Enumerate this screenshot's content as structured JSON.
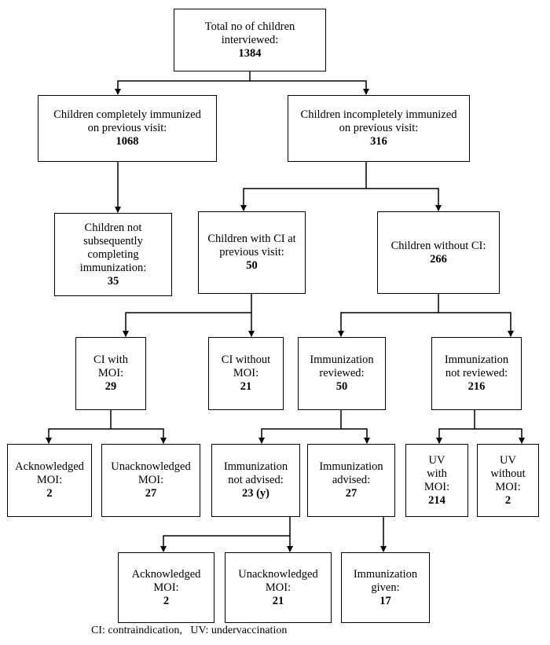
{
  "nodes": {
    "total": {
      "label": "Total no of children\ninterviewed:",
      "value": "1384"
    },
    "complete": {
      "label": "Children completely immunized\non previous visit:",
      "value": "1068"
    },
    "incomplete": {
      "label": "Children incompletely immunized\non previous visit:",
      "value": "316"
    },
    "not_completing": {
      "label": "Children not\nsubsequently\ncompleting\nimmunization:",
      "value": "35"
    },
    "with_ci": {
      "label": "Children with CI at\nprevious visit:",
      "value": "50"
    },
    "without_ci": {
      "label": "Children without CI:",
      "value": "266"
    },
    "ci_with_moi": {
      "label": "CI with\nMOI:",
      "value": "29"
    },
    "ci_without_moi": {
      "label": "CI without\nMOI:",
      "value": "21"
    },
    "imm_reviewed": {
      "label": "Immunization\nreviewed:",
      "value": "50"
    },
    "imm_not_reviewed": {
      "label": "Immunization\nnot reviewed:",
      "value": "216"
    },
    "ack_moi_1": {
      "label": "Acknowledged\nMOI:",
      "value": "2"
    },
    "unack_moi_1": {
      "label": "Unacknowledged\nMOI:",
      "value": "27"
    },
    "imm_not_advised": {
      "label": "Immunization\nnot advised:",
      "value": "23 (y)"
    },
    "imm_advised": {
      "label": "Immunization\nadvised:",
      "value": "27"
    },
    "uv_with_moi": {
      "label": "UV\nwith\nMOI:",
      "value": "214"
    },
    "uv_without_moi": {
      "label": "UV\nwithout\nMOI:",
      "value": "2"
    },
    "ack_moi_2": {
      "label": "Acknowledged\nMOI:",
      "value": "2"
    },
    "unack_moi_2": {
      "label": "Unacknowledged\nMOI:",
      "value": "21"
    },
    "imm_given": {
      "label": "Immunization\ngiven:",
      "value": "17"
    }
  },
  "footnote": "CI: contraindication,   UV: undervaccination"
}
